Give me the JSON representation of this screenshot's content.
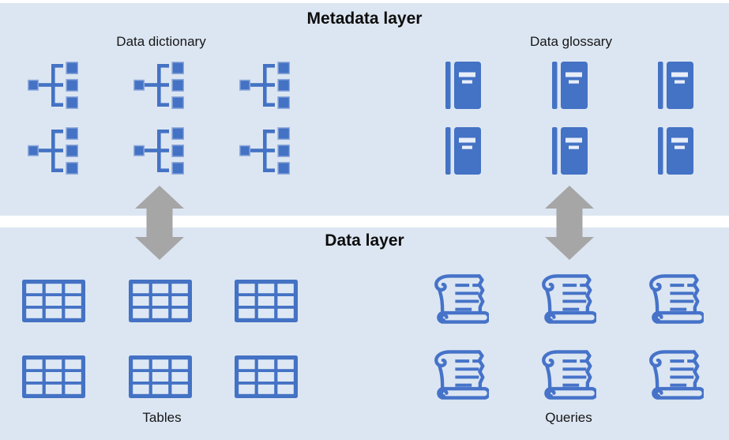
{
  "diagram": {
    "description": "Two-layer data architecture diagram: metadata layer mapped to data layer"
  },
  "colors": {
    "band_bg": "#dce6f2",
    "icon_blue": "#4472c4",
    "icon_blue_light": "#8faadc",
    "scroll_blue": "#4673c9",
    "book_line": "#e8eefa",
    "table_cell": "#dee8f4",
    "arrow_gray": "#a6a6a6",
    "title_text": "#0d0d0d",
    "label_text": "#161616"
  },
  "metadata_layer": {
    "title": "Metadata layer",
    "groups": [
      {
        "label": "Data dictionary",
        "icon": "hierarchy-icon",
        "rows": 2,
        "cols": 3
      },
      {
        "label": "Data glossary",
        "icon": "book-icon",
        "rows": 2,
        "cols": 3
      }
    ]
  },
  "data_layer": {
    "title": "Data layer",
    "groups": [
      {
        "label": "Tables",
        "icon": "table-icon",
        "rows": 2,
        "cols": 3
      },
      {
        "label": "Queries",
        "icon": "scroll-icon",
        "rows": 2,
        "cols": 3
      }
    ]
  },
  "connectors": [
    {
      "name": "dictionary-tables-arrow",
      "type": "double-headed-vertical-arrow"
    },
    {
      "name": "glossary-queries-arrow",
      "type": "double-headed-vertical-arrow"
    }
  ]
}
